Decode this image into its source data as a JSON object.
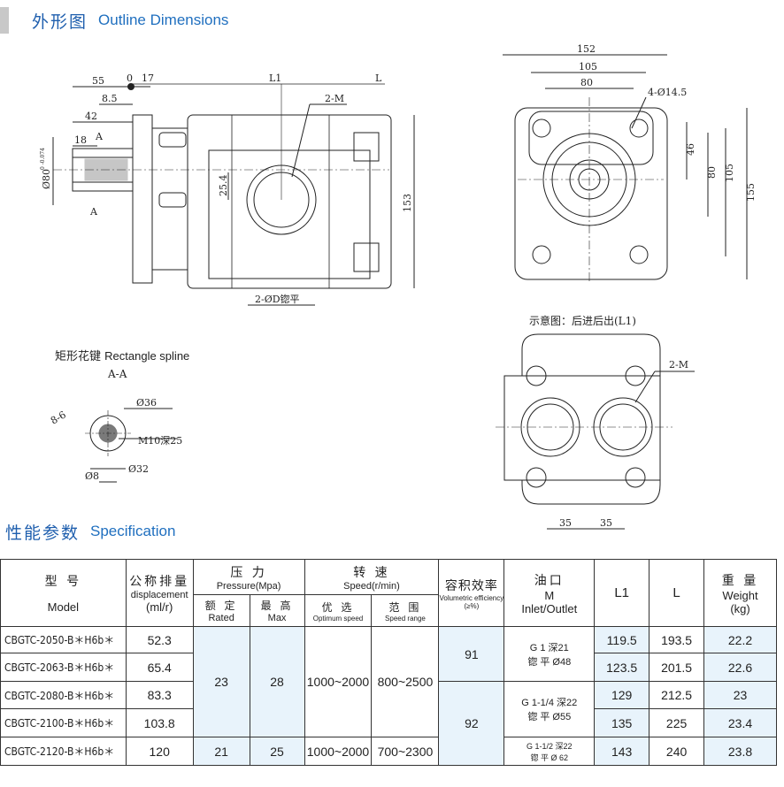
{
  "outline": {
    "title_cn": "外形图",
    "title_en": "Outline Dimensions"
  },
  "spec": {
    "title_cn": "性能参数",
    "title_en": "Specification"
  },
  "drawing": {
    "side_dims": [
      "55",
      "0",
      "17",
      "8.5",
      "42",
      "18",
      "A",
      "A",
      "L1",
      "L",
      "2-M",
      "25.4",
      "153",
      "2-ØD锪平"
    ],
    "side_dia": "Ø80",
    "side_dia_tol": "0 -0.074",
    "front_dims": [
      "152",
      "105",
      "80",
      "4-Ø14.5",
      "46",
      "80",
      "105",
      "155"
    ],
    "note": "示意图：后进后出(L1)",
    "rear_dims": [
      "2-M",
      "35",
      "35"
    ],
    "spline_title_cn": "矩形花键",
    "spline_title_en": "Rectangle spline",
    "spline_section": "A-A",
    "spline_dims": [
      "8-6",
      "Ø36",
      "M10深25",
      "Ø8",
      "Ø32"
    ]
  },
  "table": {
    "h_model_cn": "型 号",
    "h_model_en": "Model",
    "h_disp_cn": "公称排量",
    "h_disp_en": "displacement",
    "h_disp_unit": "(ml/r)",
    "h_press_cn": "压 力",
    "h_press_en": "Pressure(Mpa)",
    "h_rated_cn": "额 定",
    "h_rated_en": "Rated",
    "h_max_cn": "最 高",
    "h_max_en": "Max",
    "h_speed_cn": "转 速",
    "h_speed_en": "Speed(r/min)",
    "h_opt_cn": "优 选",
    "h_opt_en": "Optimum speed",
    "h_range_cn": "范 围",
    "h_range_en": "Speed range",
    "h_eff_cn": "容积效率",
    "h_eff_en": "Volumetric efficiency",
    "h_eff_unit": "(≥%)",
    "h_port_cn": "油口",
    "h_port_m": "M",
    "h_port_en": "Inlet/Outlet",
    "h_l1": "L1",
    "h_l": "L",
    "h_weight_cn": "重 量",
    "h_weight_en": "Weight",
    "h_weight_unit": "(kg)",
    "rows": [
      {
        "model": "CBGTC-2050-B＊H6b＊",
        "disp": "52.3",
        "l1": "119.5",
        "l": "193.5",
        "w": "22.2"
      },
      {
        "model": "CBGTC-2063-B＊H6b＊",
        "disp": "65.4",
        "l1": "123.5",
        "l": "201.5",
        "w": "22.6"
      },
      {
        "model": "CBGTC-2080-B＊H6b＊",
        "disp": "83.3",
        "l1": "129",
        "l": "212.5",
        "w": "23"
      },
      {
        "model": "CBGTC-2100-B＊H6b＊",
        "disp": "103.8",
        "l1": "135",
        "l": "225",
        "w": "23.4"
      },
      {
        "model": "CBGTC-2120-B＊H6b＊",
        "disp": "120",
        "l1": "143",
        "l": "240",
        "w": "23.8"
      }
    ],
    "rated_a": "23",
    "max_a": "28",
    "opt_a": "1000~2000",
    "range_a": "800~2500",
    "rated_b": "21",
    "max_b": "25",
    "opt_b": "1000~2000",
    "range_b": "700~2300",
    "eff_a": "91",
    "eff_b": "92",
    "port_a1": "G 1 深21",
    "port_a2": "锪 平 Ø48",
    "port_b1": "G 1-1/4 深22",
    "port_b2": "锪 平 Ø55",
    "port_c1": "G 1-1/2 深22",
    "port_c2": "锪 平 Ø 62"
  }
}
